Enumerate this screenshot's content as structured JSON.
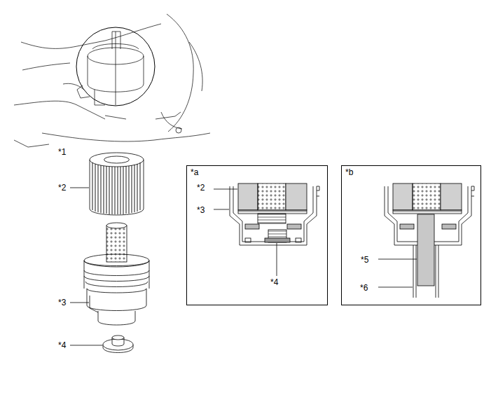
{
  "diagram": {
    "nodes": [
      {
        "text": [
          "*a",
          "*2",
          "*3",
          "*4"
        ]
      },
      {
        "text": [
          "*b",
          "*5",
          "*6"
        ]
      }
    ],
    "labels": [
      "*1",
      "*2",
      "*3",
      "*4"
    ]
  }
}
